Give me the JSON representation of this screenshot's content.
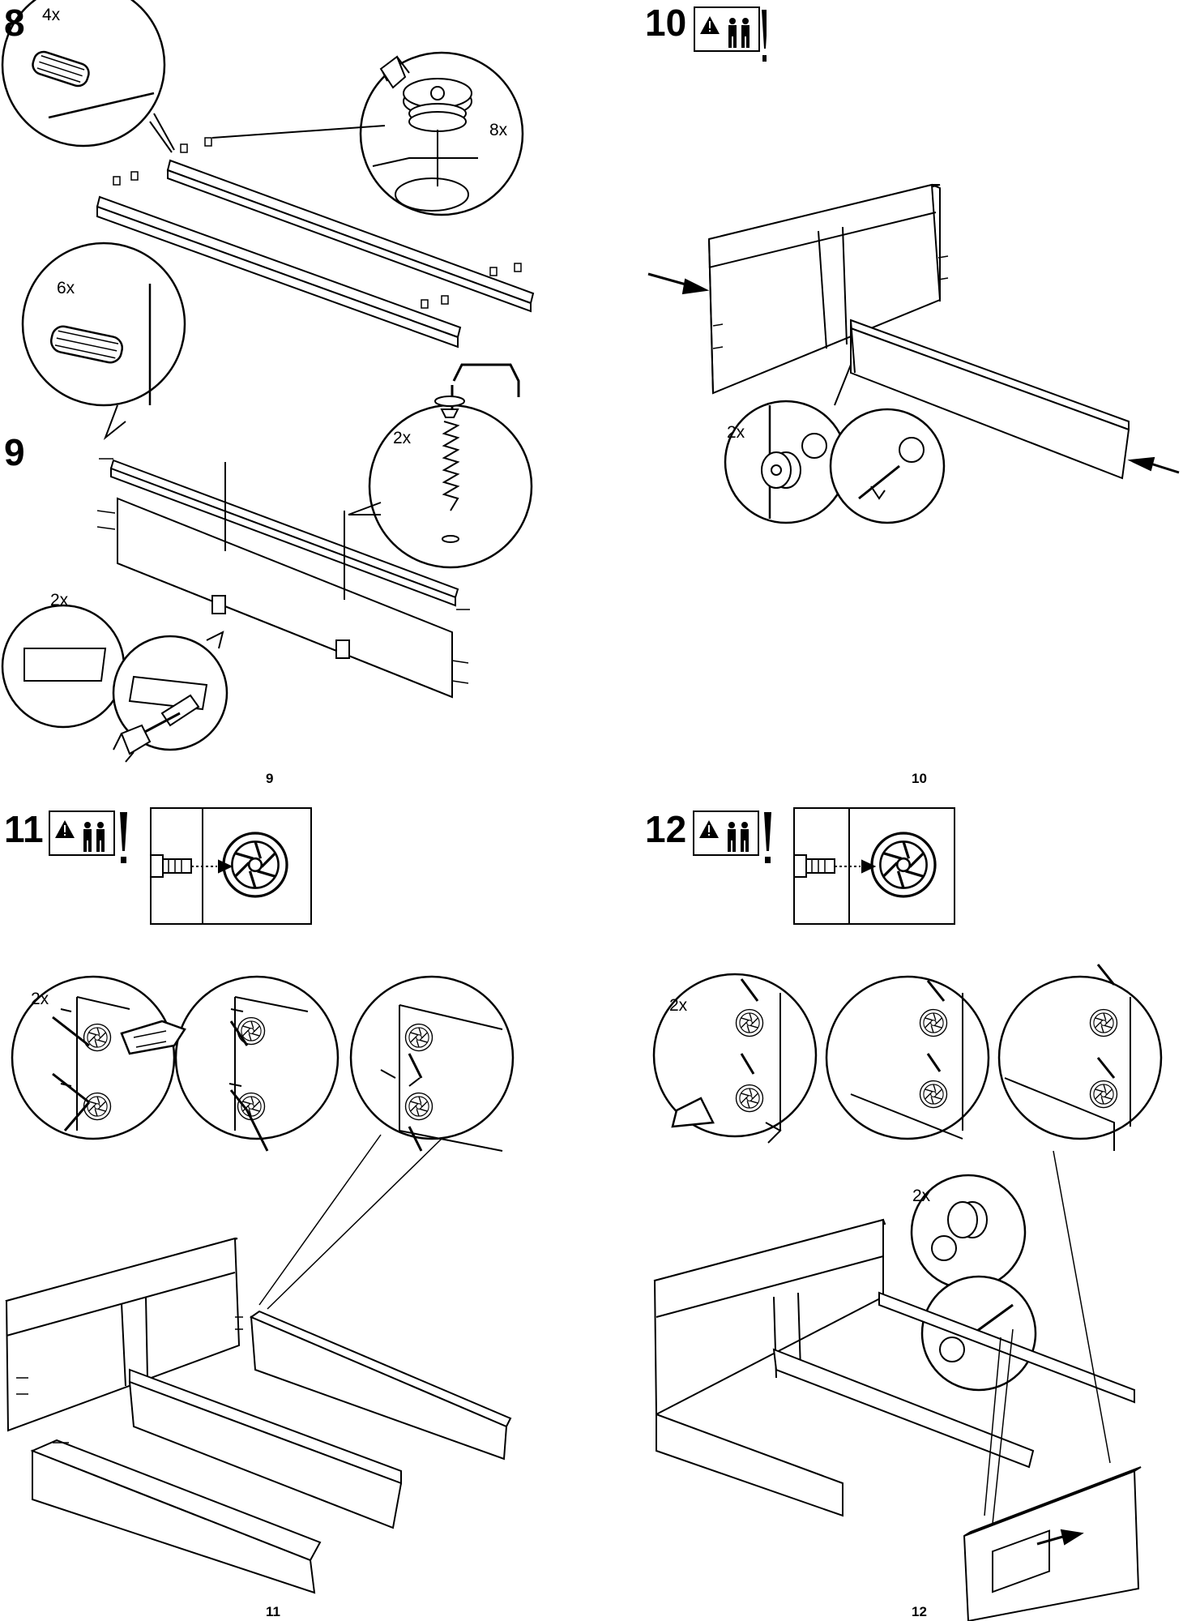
{
  "steps": [
    {
      "number": "8",
      "quantities": [
        "4x",
        "8x",
        "6x"
      ]
    },
    {
      "number": "9",
      "quantities": [
        "2x",
        "2x"
      ]
    },
    {
      "number": "10",
      "quantities": [
        "2x"
      ],
      "icons": [
        "two-person-warning-icon"
      ]
    },
    {
      "number": "11",
      "quantities": [
        "2x"
      ],
      "icons": [
        "two-person-warning-icon"
      ]
    },
    {
      "number": "12",
      "quantities": [
        "2x",
        "2x"
      ],
      "icons": [
        "two-person-warning-icon"
      ]
    }
  ],
  "page_numbers": [
    "9",
    "10",
    "11",
    "12"
  ],
  "colors": {
    "ink": "#000000",
    "paper": "#ffffff",
    "shade": "#888888"
  }
}
